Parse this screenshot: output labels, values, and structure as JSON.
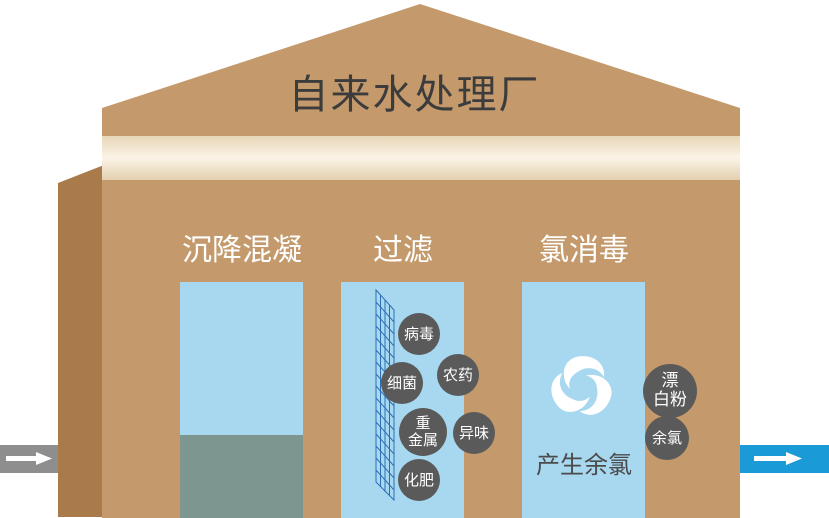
{
  "plant": {
    "title": "自来水处理厂"
  },
  "stages": {
    "sedimentation": "沉降混凝",
    "filtration": "过滤",
    "chlorination": "氯消毒"
  },
  "contaminants": {
    "virus": "病毒",
    "bacteria": "细菌",
    "pesticide": "农药",
    "heavy_metal_1": "重",
    "heavy_metal_2": "金属",
    "odor": "异味",
    "fertilizer": "化肥"
  },
  "disinfection": {
    "produce_label": "产生余氯",
    "bleach_1": "漂",
    "bleach_2": "白粉",
    "residual_chlorine": "余氯"
  },
  "colors": {
    "building": "#c49a6c",
    "building_dark": "#a97a4a",
    "tank": "#a8d8f0",
    "sediment": "#7d9790",
    "inlet_pipe": "#8e8e8e",
    "outlet_pipe": "#1a9ad6"
  },
  "icons": [
    "arrow-right-icon",
    "filter-mesh-icon",
    "chlorine-swirl-icon"
  ]
}
